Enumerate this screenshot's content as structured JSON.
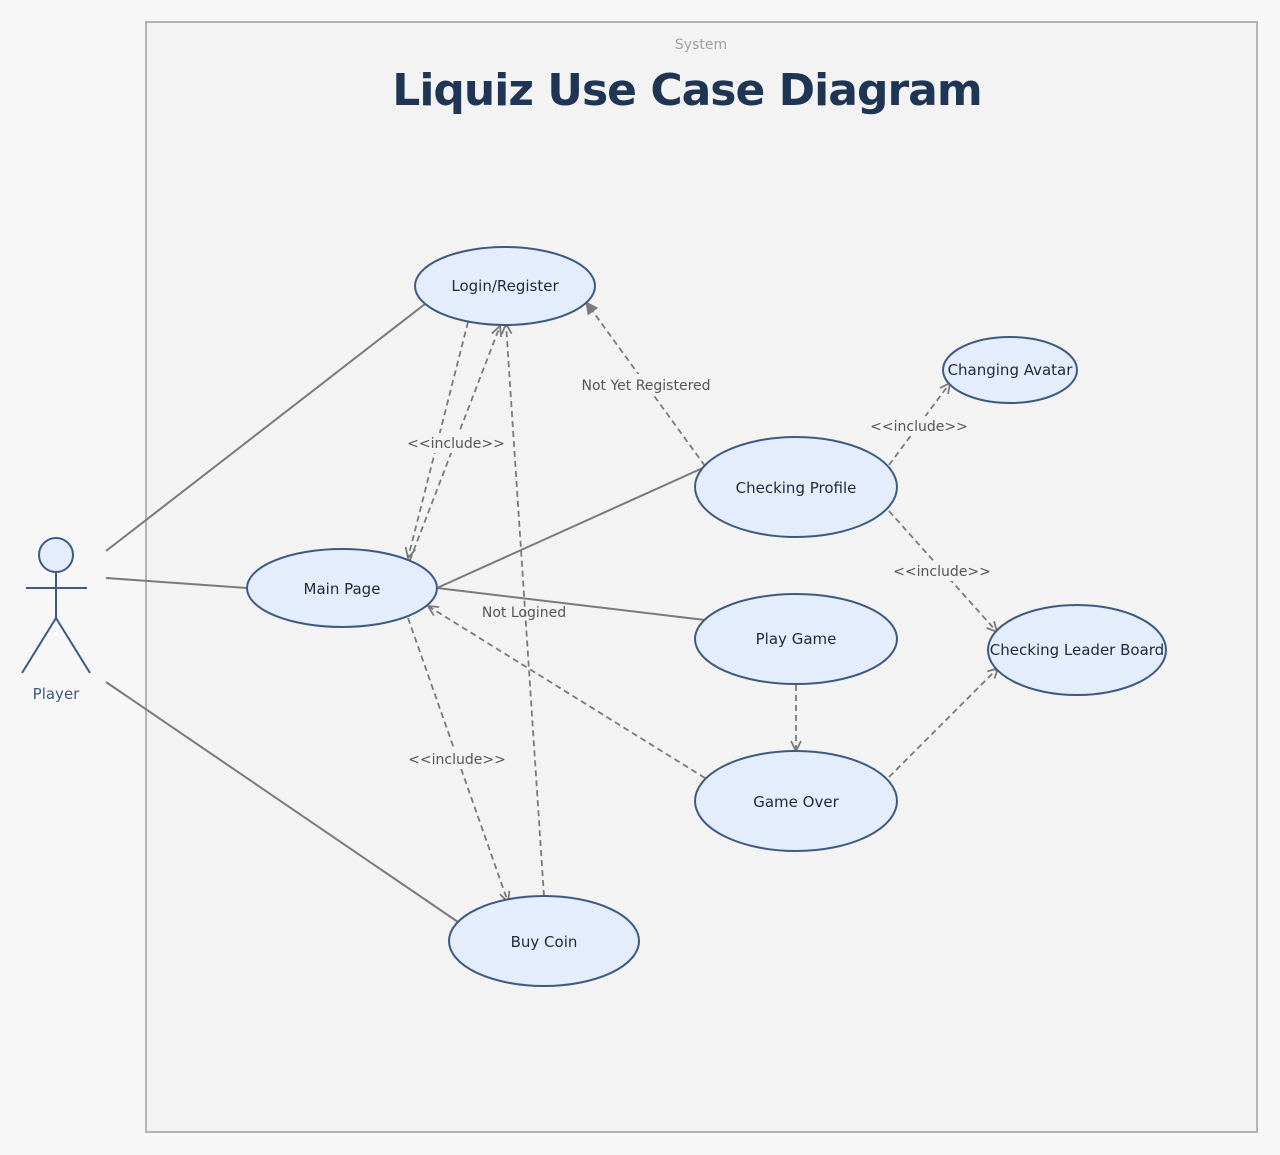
{
  "system_label": "System",
  "title": "Liquiz Use Case Diagram",
  "actor": {
    "label": "Player"
  },
  "use_cases": {
    "login": "Login/Register",
    "main": "Main Page",
    "profile": "Checking Profile",
    "avatar": "Changing Avatar",
    "play": "Play Game",
    "leader": "Checking Leader Board",
    "gameover": "Game Over",
    "buycoin": "Buy Coin"
  },
  "labels": {
    "include_login_main": "<<include>>",
    "not_yet_registered": "Not Yet Registered",
    "include_profile_avatar": "<<include>>",
    "include_profile_leader": "<<include>>",
    "not_logined": "Not Logined",
    "include_main_buycoin": "<<include>>"
  },
  "colors": {
    "use_case_fill": "#e3edfb",
    "use_case_stroke": "#3e5a80",
    "title": "#1e3553",
    "connector": "#7a7a7a"
  }
}
